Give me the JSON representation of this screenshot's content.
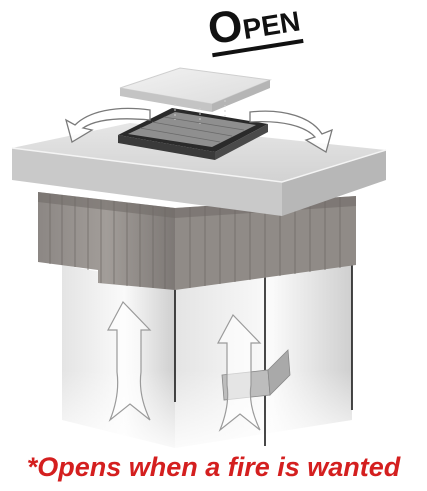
{
  "title": {
    "first_letter": "O",
    "rest": "PEN"
  },
  "caption": "*Opens when a fire is wanted",
  "colors": {
    "caption": "#d41f1f",
    "title": "#111111",
    "stone": "#d9d9d9",
    "wood": "#8a8582"
  },
  "icons": [
    "flue-damper-plate",
    "airflow-arrow-left",
    "airflow-arrow-right",
    "updraft-arrow",
    "chimney-crown",
    "flue-liner"
  ]
}
